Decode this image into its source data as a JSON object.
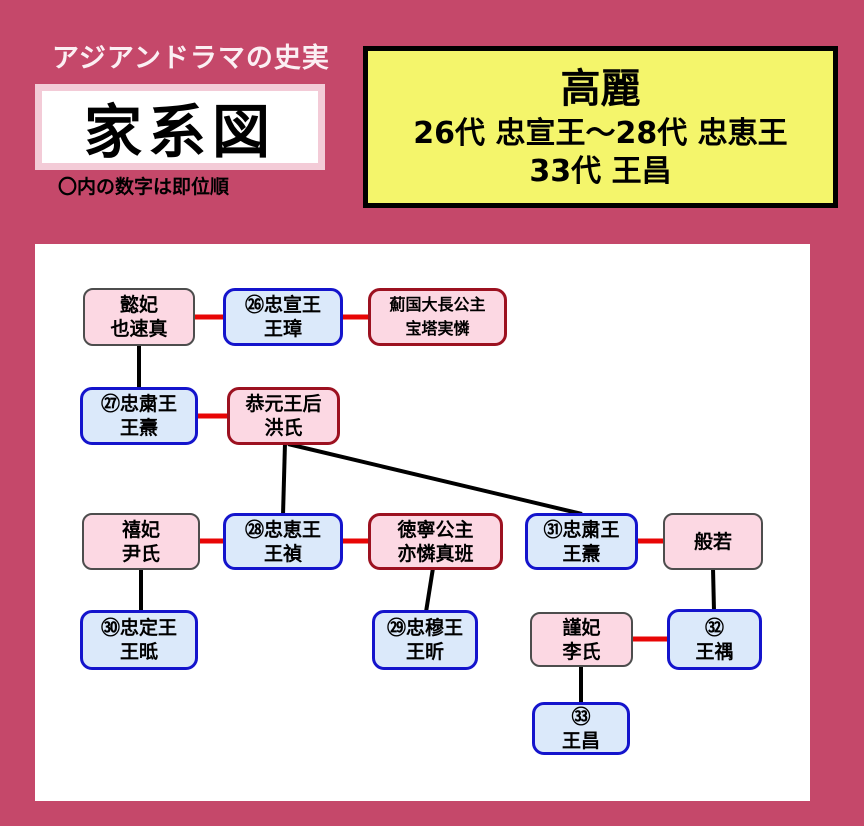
{
  "header": {
    "site_label": "アジアンドラマの史実",
    "title": "家系図",
    "note": "〇内の数字は即位順"
  },
  "info_box": {
    "dynasty": "高麗",
    "range_line": "26代 忠宣王〜28代 忠恵王",
    "extra_line": "33代 王昌"
  },
  "nodes": {
    "uibi": {
      "line1": "懿妃",
      "line2": "也速真",
      "type": "consort"
    },
    "k26": {
      "line1": "㉖忠宣王",
      "line2": "王璋",
      "type": "king"
    },
    "jeguk": {
      "line1": "薊国大長公主",
      "line2": "宝塔実憐",
      "type": "royal"
    },
    "k27": {
      "line1": "㉗忠粛王",
      "line2": "王燾",
      "type": "king"
    },
    "gongwon": {
      "line1": "恭元王后",
      "line2": "洪氏",
      "type": "royal"
    },
    "huibi": {
      "line1": "禧妃",
      "line2": "尹氏",
      "type": "consort"
    },
    "k28": {
      "line1": "㉘忠恵王",
      "line2": "王禎",
      "type": "king"
    },
    "deoknyeong": {
      "line1": "徳寧公主",
      "line2": "亦憐真班",
      "type": "royal"
    },
    "k31": {
      "line1": "㉛忠粛王",
      "line2": "王燾",
      "type": "king"
    },
    "banya": {
      "line1": "般若",
      "type": "consort"
    },
    "k30": {
      "line1": "㉚忠定王",
      "line2": "王㫝",
      "type": "king"
    },
    "k29": {
      "line1": "㉙忠穆王",
      "line2": "王昕",
      "type": "king"
    },
    "geunbi": {
      "line1": "謹妃",
      "line2": "李氏",
      "type": "consort"
    },
    "k32": {
      "line1": "㉜",
      "line2": "王禑",
      "type": "king"
    },
    "k33": {
      "line1": "㉝",
      "line2": "王昌",
      "type": "king"
    }
  },
  "colors": {
    "background": "#c5486a",
    "title_border": "#f3cbd7",
    "info_bg": "#f4f56b",
    "marriage_line": "#e80505",
    "descent_line": "#000000",
    "king_fill": "#dbe9fa",
    "king_border": "#1414cc",
    "royal_fill": "#fcd8e3",
    "royal_border": "#9c1120",
    "consort_border": "#4d4d4d"
  }
}
